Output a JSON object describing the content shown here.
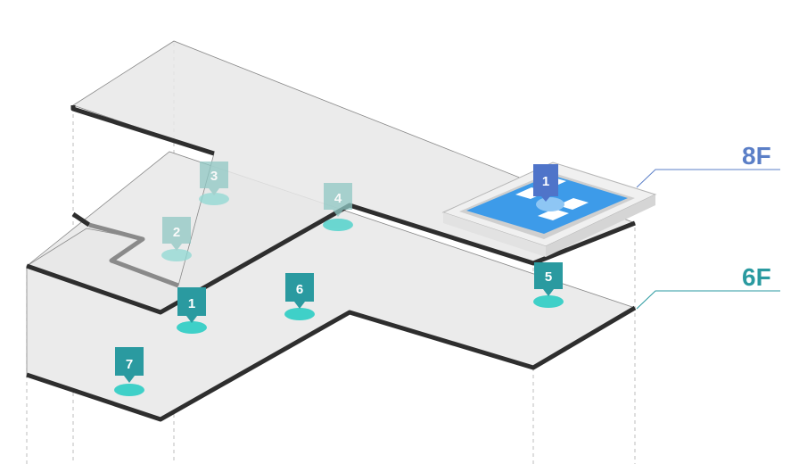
{
  "floors": [
    {
      "id": "8f",
      "label": "8F",
      "color": "#5b7fc7"
    },
    {
      "id": "6f",
      "label": "6F",
      "color": "#2a9aa0"
    }
  ],
  "markers": {
    "eightF": [
      {
        "num": "1",
        "kind": "heliport",
        "color": "#4f74c9"
      },
      {
        "num": "3",
        "kind": "faded",
        "color": "#8fc8c4"
      },
      {
        "num": "2",
        "kind": "faded",
        "color": "#8fc8c4"
      },
      {
        "num": "4",
        "kind": "faded",
        "color": "#8fc8c4"
      }
    ],
    "sixF": [
      {
        "num": "1",
        "color": "#2a9aa0"
      },
      {
        "num": "6",
        "color": "#2a9aa0"
      },
      {
        "num": "5",
        "color": "#2a9aa0"
      },
      {
        "num": "7",
        "color": "#2a9aa0"
      }
    ]
  },
  "colors": {
    "slab": "#ebebeb",
    "edge": "#2e2e2e",
    "heliport_pad": "#3d9be9",
    "pin_base": "#3fd0c8"
  }
}
